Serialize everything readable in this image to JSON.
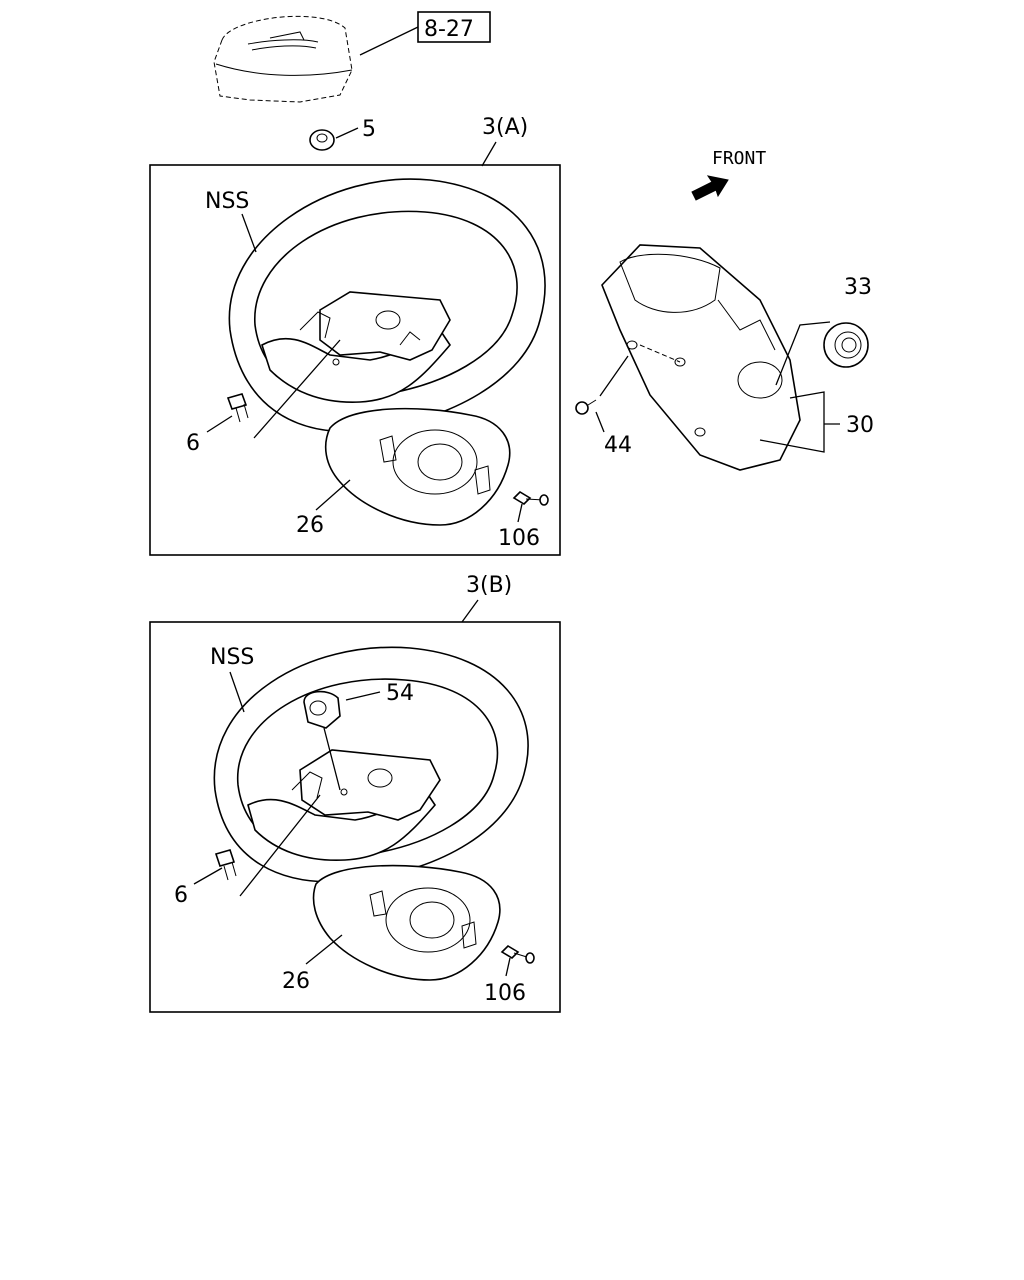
{
  "callouts": {
    "ref_box": "8-27",
    "part_5": "5",
    "group_a": "3(A)",
    "group_b": "3(B)",
    "front": "FRONT",
    "a_nss": "NSS",
    "a_6": "6",
    "a_26": "26",
    "a_106": "106",
    "b_nss": "NSS",
    "b_54": "54",
    "b_6": "6",
    "b_26": "26",
    "b_106": "106",
    "part_33": "33",
    "part_30": "30",
    "part_44": "44"
  }
}
